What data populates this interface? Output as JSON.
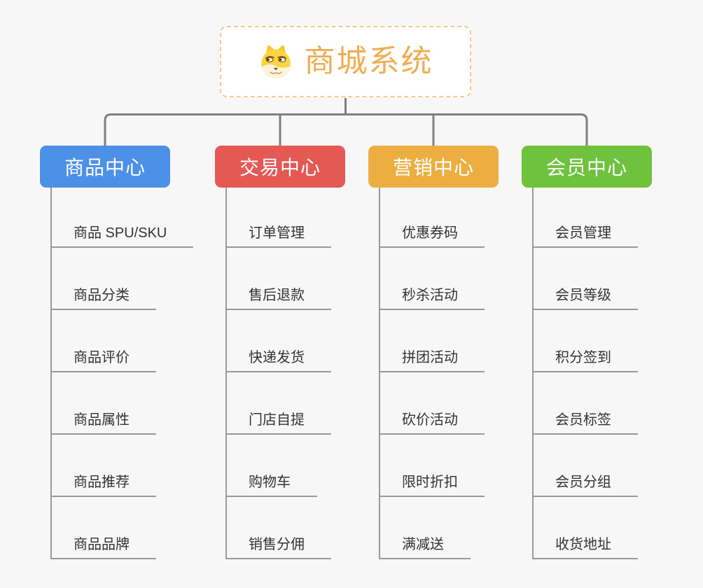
{
  "page": {
    "background": "#f7f7f8"
  },
  "root": {
    "title": "商城系统",
    "icon": "doge-icon",
    "title_color": "#f0ad52",
    "border_color": "#f6c98b"
  },
  "connector_color": "#7e7f81",
  "line_color": "#98999b",
  "branches": [
    {
      "label": "商品中心",
      "color": "#4d90e8",
      "items": [
        "商品 SPU/SKU",
        "商品分类",
        "商品评价",
        "商品属性",
        "商品推荐",
        "商品品牌"
      ]
    },
    {
      "label": "交易中心",
      "color": "#e55955",
      "items": [
        "订单管理",
        "售后退款",
        "快递发货",
        "门店自提",
        "购物车",
        "销售分佣"
      ]
    },
    {
      "label": "营销中心",
      "color": "#edae41",
      "items": [
        "优惠券码",
        "秒杀活动",
        "拼团活动",
        "砍价活动",
        "限时折扣",
        "满减送"
      ]
    },
    {
      "label": "会员中心",
      "color": "#6fc23d",
      "items": [
        "会员管理",
        "会员等级",
        "积分签到",
        "会员标签",
        "会员分组",
        "收货地址"
      ]
    }
  ]
}
